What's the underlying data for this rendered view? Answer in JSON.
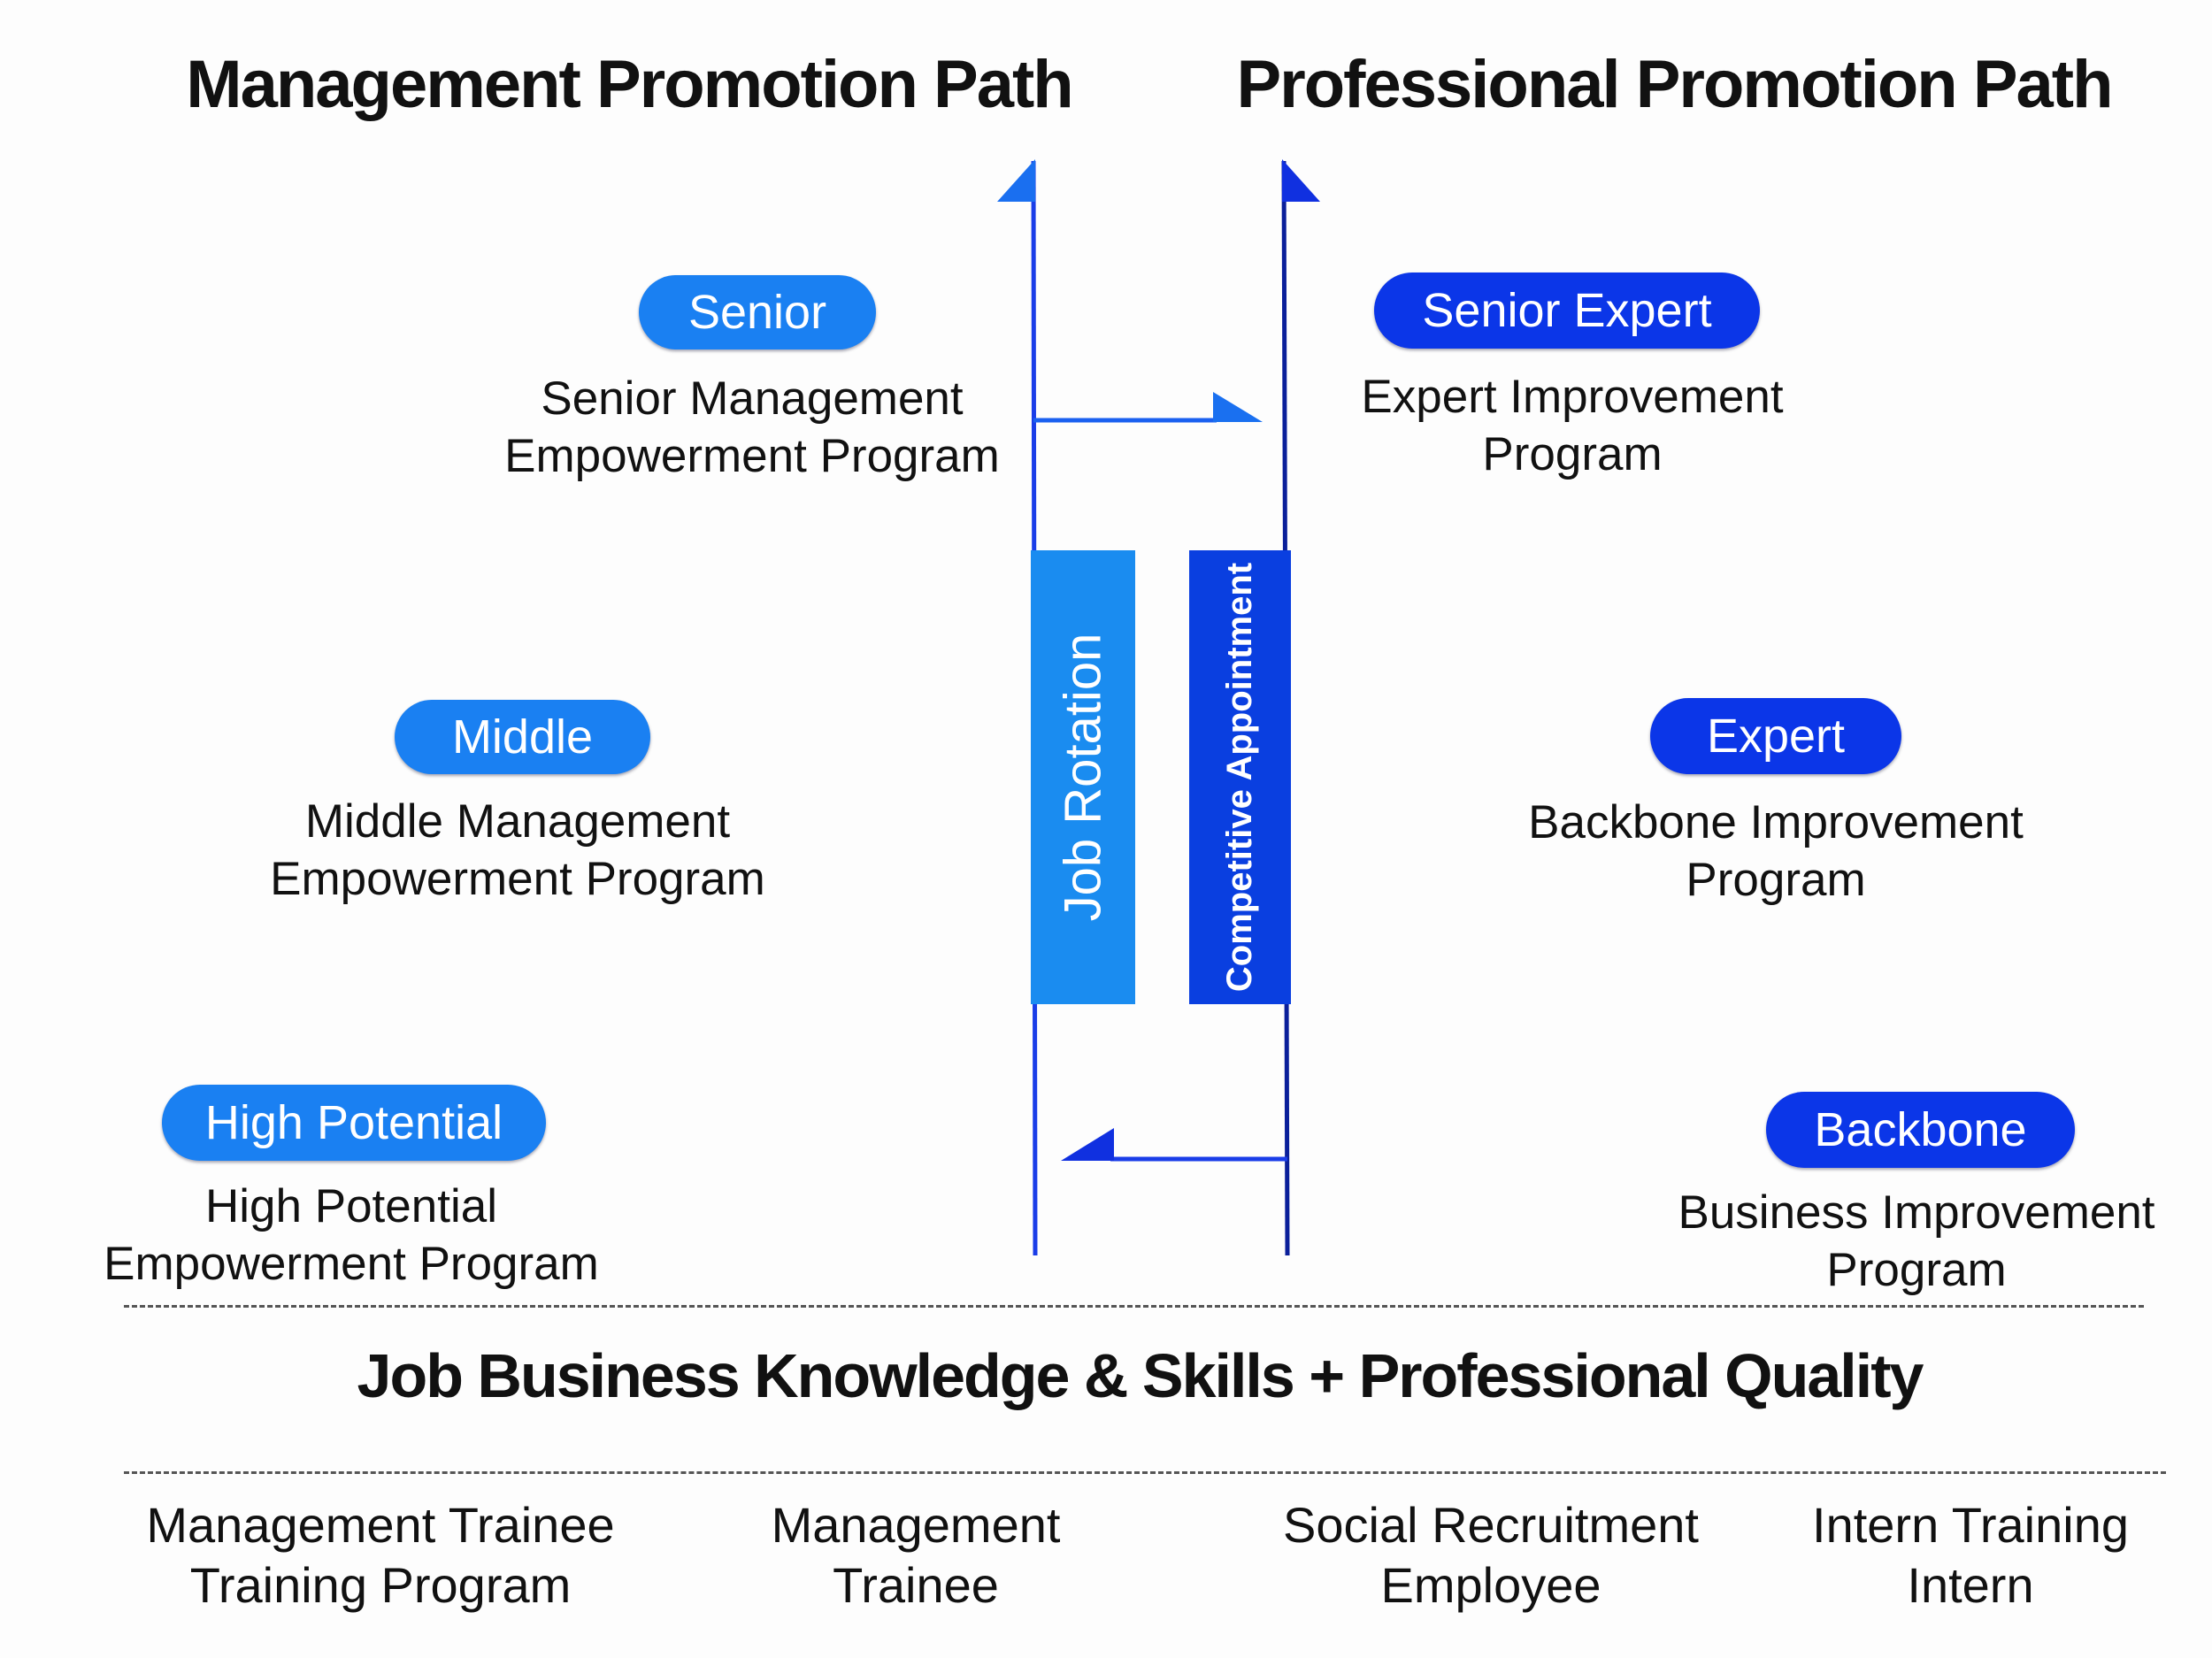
{
  "titles": {
    "management": "Management Promotion Path",
    "professional": "Professional Promotion Path"
  },
  "management_levels": [
    {
      "badge": "Senior",
      "program": [
        "Senior Management",
        "Empowerment Program"
      ]
    },
    {
      "badge": "Middle",
      "program": [
        "Middle Management",
        "Empowerment Program"
      ]
    },
    {
      "badge": "High Potential",
      "program": [
        "High Potential",
        "Empowerment Program"
      ]
    }
  ],
  "professional_levels": [
    {
      "badge": "Senior Expert",
      "program": [
        "Expert Improvement",
        "Program"
      ]
    },
    {
      "badge": "Expert",
      "program": [
        "Backbone Improvement",
        "Program"
      ]
    },
    {
      "badge": "Backbone",
      "program": [
        "Business Improvement",
        "Program"
      ]
    }
  ],
  "connectors": {
    "job_rotation": "Job Rotation",
    "competitive_appointment": "Competitive Appointment"
  },
  "foundation": "Job Business Knowledge & Skills + Professional Quality",
  "entry_points": [
    [
      "Management Trainee",
      "Training Program"
    ],
    [
      "Management",
      "Trainee"
    ],
    [
      "Social Recruitment",
      "Employee"
    ],
    [
      "Intern Training",
      "Intern"
    ]
  ],
  "colors": {
    "light_blue": "#1a80f2",
    "dark_blue": "#0b36e8",
    "line_blue": "#1a3de8"
  }
}
